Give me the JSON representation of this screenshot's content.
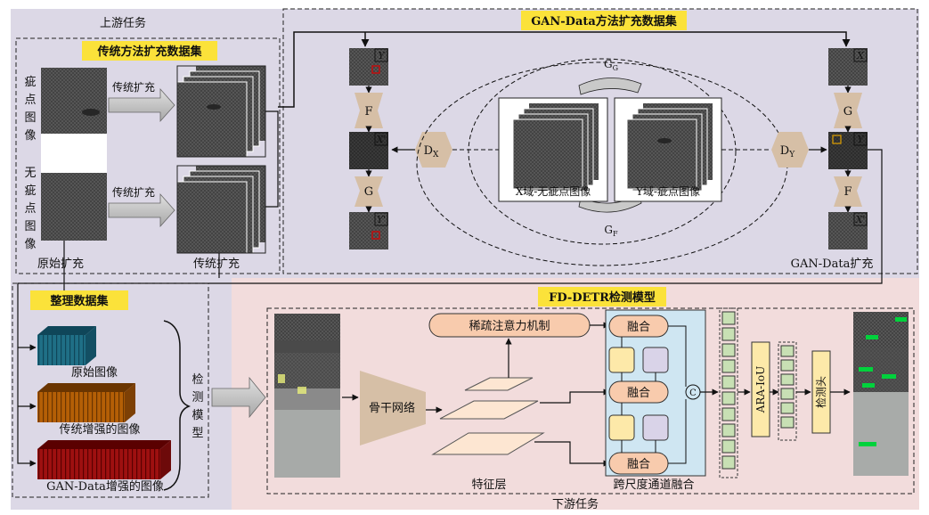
{
  "upstream": {
    "title": "上游任务",
    "traditional": {
      "title": "传统方法扩充数据集",
      "defect_label": "疵点图像",
      "nodefect_label": "无疵点图像",
      "arrow_label_1": "传统扩充",
      "arrow_label_2": "传统扩充",
      "orig_caption": "原始扩充",
      "trad_caption": "传统扩充"
    },
    "gan": {
      "title": "GAN-Data方法扩充数据集",
      "left_top_tag": "Y",
      "left_mid_tag": "X'",
      "left_bot_tag": "Y'",
      "right_top_tag": "X",
      "right_mid_tag": "Y",
      "right_bot_tag": "X'",
      "gen_f": "F",
      "gen_g": "G",
      "gen_g2": "G",
      "gen_f2": "F",
      "disc_x": "D",
      "disc_x_sub": "X",
      "disc_y": "D",
      "disc_y_sub": "Y",
      "gg": "G",
      "gg_sub": "G",
      "gf": "G",
      "gf_sub": "F",
      "domain_x": "X域-无疵点图像",
      "domain_y": "Y域-疵点图像",
      "caption": "GAN-Data扩充"
    }
  },
  "downstream": {
    "title": "下游任务",
    "dataset": {
      "title": "整理数据集",
      "item_1": "原始图像",
      "item_2": "传统增强的图像",
      "item_3": "GAN-Data增强的图像",
      "brace_label": "检测模型"
    },
    "model": {
      "title": "FD-DETR检测模型",
      "backbone": "骨干网络",
      "feature_layer": "特征层",
      "sparse_attention": "稀疏注意力机制",
      "fusion_1": "融合",
      "fusion_2": "融合",
      "fusion_3": "融合",
      "concat_symbol": "C",
      "cross_scale": "跨尺度通道融合",
      "ara_iou": "ARA-IoU",
      "det_head": "检测头"
    }
  },
  "colors": {
    "upper_bg": "#dcd8e6",
    "lower_left_bg": "#dcd8e6",
    "lower_right_bg": "#f2dcdc",
    "title_yellow": "#fbe23a",
    "trapezoid": "#d6bfa6",
    "green_box": "#c8e0b4",
    "blue_panel": "#cfe6f2",
    "peach": "#f8cbad",
    "yellow_block": "#fde9a9",
    "lavender_block": "#d9d3e8",
    "teal_stack": "#1f6f86",
    "orange_stack": "#b45f06",
    "red_stack": "#9e1010"
  }
}
